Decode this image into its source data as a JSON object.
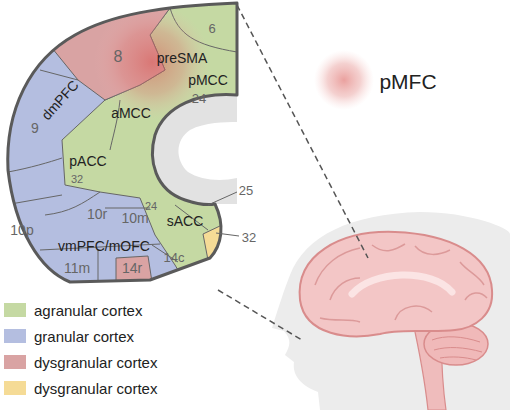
{
  "diagram": {
    "labels": [
      "6",
      "8",
      "preSMA",
      "pMCC",
      "24",
      "aMCC",
      "dmPFC",
      "9",
      "pACC",
      "32",
      "10p",
      "10r",
      "24",
      "10m",
      "sACC",
      "25",
      "32",
      "vmPFC/mOFC",
      "11m",
      "14r",
      "14c",
      "pMFC"
    ],
    "legend": [
      {
        "text": "agranular cortex",
        "color": "#c5d9a3"
      },
      {
        "text": "granular cortex",
        "color": "#b4bee0"
      },
      {
        "text": "dysgranular cortex",
        "color": "#d9a3a3"
      },
      {
        "text": "dysgranular cortex",
        "color": "#f5db96"
      }
    ]
  }
}
